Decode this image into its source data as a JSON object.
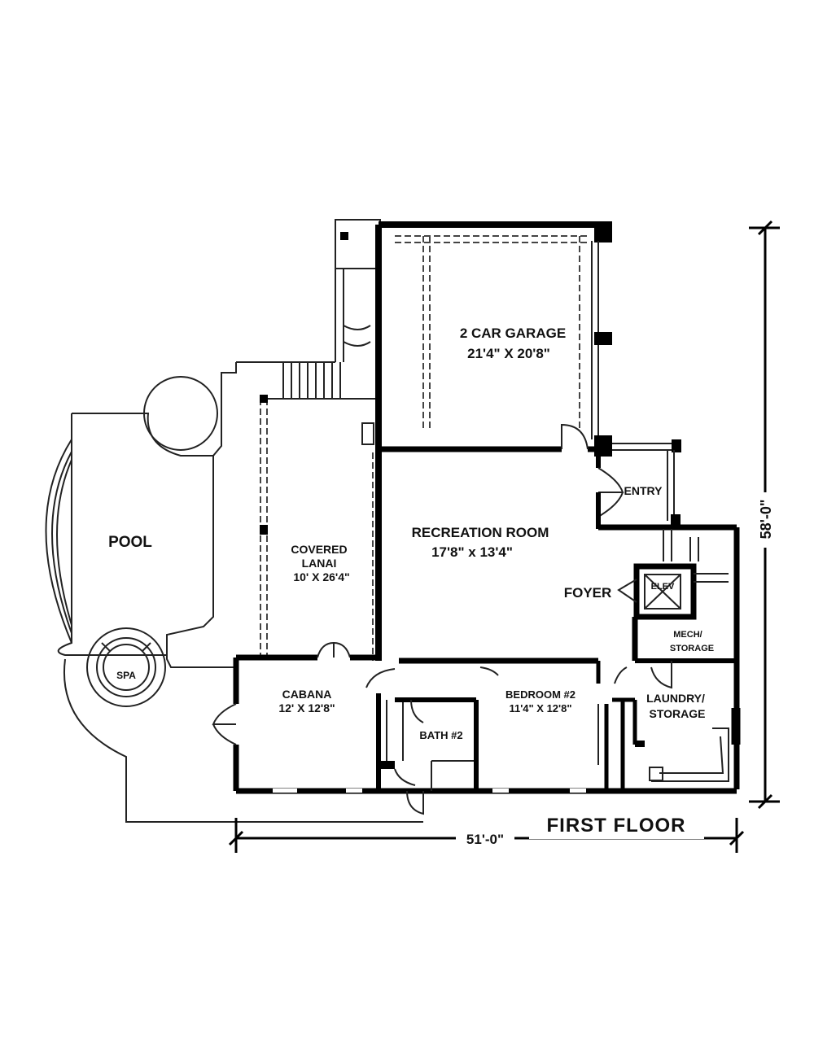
{
  "title": "FIRST FLOOR",
  "dimensions": {
    "width": "51'-0\"",
    "depth": "58'-0\""
  },
  "rooms": {
    "garage": {
      "name": "2 CAR GARAGE",
      "size": "21'4\" X 20'8\""
    },
    "recreation": {
      "name": "RECREATION ROOM",
      "size": "17'8\" x 13'4\""
    },
    "lanai": {
      "name_line1": "COVERED",
      "name_line2": "LANAI",
      "size": "10' X 26'4\""
    },
    "pool": {
      "name": "POOL"
    },
    "spa": {
      "name": "SPA"
    },
    "entry": {
      "name": "ENTRY"
    },
    "foyer": {
      "name": "FOYER"
    },
    "elev": {
      "name": "ELEV"
    },
    "mech": {
      "name_line1": "MECH/",
      "name_line2": "STORAGE"
    },
    "cabana": {
      "name": "CABANA",
      "size": "12' X 12'8\""
    },
    "bath": {
      "name": "BATH #2"
    },
    "bedroom": {
      "name": "BEDROOM #2",
      "size": "11'4\" X 12'8\""
    },
    "laundry": {
      "name_line1": "LAUNDRY/",
      "name_line2": "STORAGE"
    }
  }
}
